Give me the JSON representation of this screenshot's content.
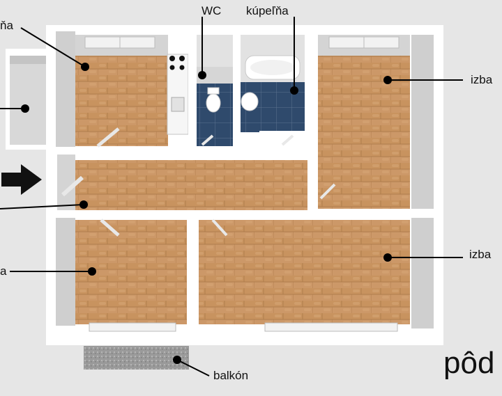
{
  "labels": {
    "kitchen": "ňa",
    "wc": "WC",
    "bathroom": "kúpeľňa",
    "room_top_right": "izba",
    "room_bottom_right": "izba",
    "room_bottom_left": "a",
    "balcony": "balkón",
    "floor_plan_caption": "pôd"
  },
  "colors": {
    "floor_wood": "#cc9868",
    "tile_blue": "#2f4a6c",
    "wall_white": "#ffffff",
    "wall_shadow": "#c9c9c9",
    "background": "#e6e6e6",
    "balcony": "#9a9a9a",
    "leader_line": "#000000"
  }
}
